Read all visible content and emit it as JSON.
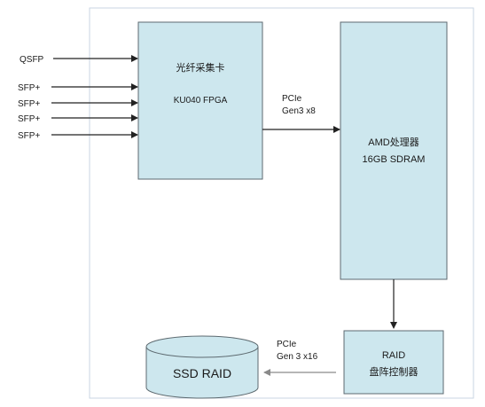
{
  "inputs": [
    "QSFP",
    "SFP+",
    "SFP+",
    "SFP+",
    "SFP+"
  ],
  "fpga_card": {
    "title": "光纤采集卡",
    "subtitle": "KU040 FPGA"
  },
  "link_pcie_1": {
    "line1": "PCIe",
    "line2": "Gen3 x8"
  },
  "processor": {
    "line1": "AMD处理器",
    "line2": "16GB SDRAM"
  },
  "raid_controller": {
    "line1": "RAID",
    "line2": "盘阵控制器"
  },
  "link_pcie_2": {
    "line1": "PCIe",
    "line2": "Gen 3 x16"
  },
  "storage": {
    "label": "SSD RAID"
  }
}
